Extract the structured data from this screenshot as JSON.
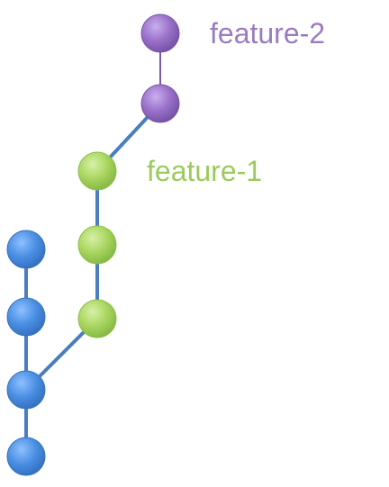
{
  "colors": {
    "blue_fill": "#4a8fe3",
    "blue_stroke": "#3a73bd",
    "green_fill": "#a9d65f",
    "green_stroke": "#8cbf4a",
    "purple_fill": "#9a70c9",
    "purple_stroke": "#7a55a8",
    "edge_blue": "#4a7ebf",
    "edge_purple": "#7a5a9e",
    "label_purple": "#9b7bbf",
    "label_green": "#9acb5c"
  },
  "branches": {
    "feature_2": {
      "label": "feature-2",
      "commit_count": 2
    },
    "feature_1": {
      "label": "feature-1",
      "commit_count": 3
    },
    "base": {
      "commit_count": 4
    }
  }
}
